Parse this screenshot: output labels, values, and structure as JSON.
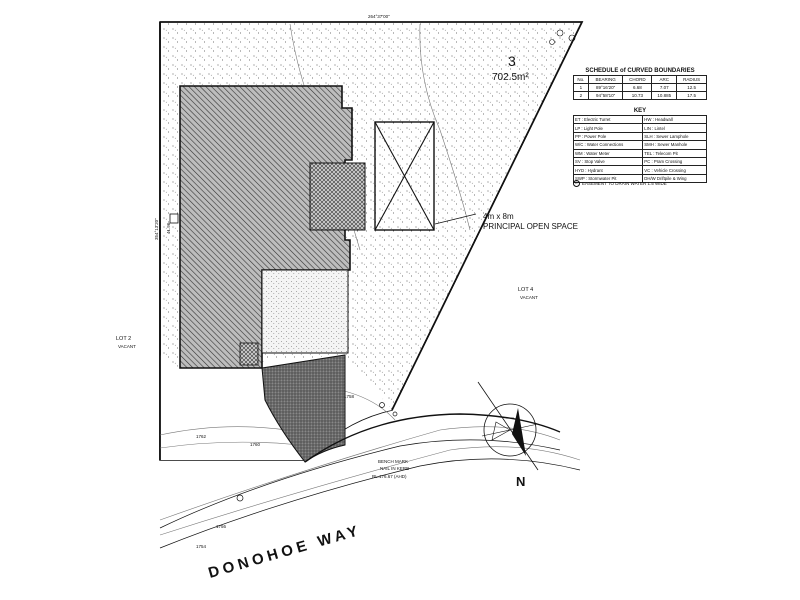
{
  "lot": {
    "number": "3",
    "area": "702.5m²"
  },
  "top_bearing": "264°37'00\"",
  "side_bearing": "354°13'20\"",
  "side_distance": "41.96",
  "open_space": {
    "dimensions": "4m x 8m",
    "label": "PRINCIPAL OPEN SPACE"
  },
  "neighbours": {
    "lot2": {
      "name": "LOT 2",
      "status": "VACANT"
    },
    "lot4": {
      "name": "LOT 4",
      "status": "VACANT"
    }
  },
  "bench_mark": {
    "line1": "BENCH MARK",
    "line2": "NAIL IN KERB",
    "line3": "RL.176.67 (AHD)"
  },
  "street": "DONOHOE   WAY",
  "north_label": "N",
  "schedule": {
    "title": "SCHEDULE of CURVED BOUNDARIES",
    "headers": [
      "No.",
      "BEARING",
      "CHORD",
      "ARC",
      "RADIUS"
    ],
    "rows": [
      [
        "1",
        "89°16'20\"",
        "6.68",
        "7.07",
        "12.5"
      ],
      [
        "2",
        "94°58'10\"",
        "10.73",
        "10.885",
        "17.5"
      ]
    ]
  },
  "key": {
    "title": "KEY",
    "rows": [
      [
        "ET : Electric Turret",
        "HW : Headwall"
      ],
      [
        "LP : Light Pole",
        "LIN : Lintel"
      ],
      [
        "PP : Power Pole",
        "SLH : Sewer Lamphole"
      ],
      [
        "W/C : Water Connections",
        "SMH : Sewer Manhole"
      ],
      [
        "WM : Water Meter",
        "TEL : Telecom Pit"
      ],
      [
        "SV : Stop Valve",
        "PC : Pram Crossing"
      ],
      [
        "HYD : Hydrant",
        "VC : Vehicle Crossing"
      ],
      [
        "SWP : Stormwater Pit",
        "DH/W Driftpile & Wing"
      ]
    ]
  },
  "easement": {
    "marker": "E",
    "text": "EASEMENT TO DRAIN WATER 1.5 WIDE"
  },
  "contours": [
    "1762",
    "1760",
    "1758",
    "1756",
    "1754"
  ]
}
